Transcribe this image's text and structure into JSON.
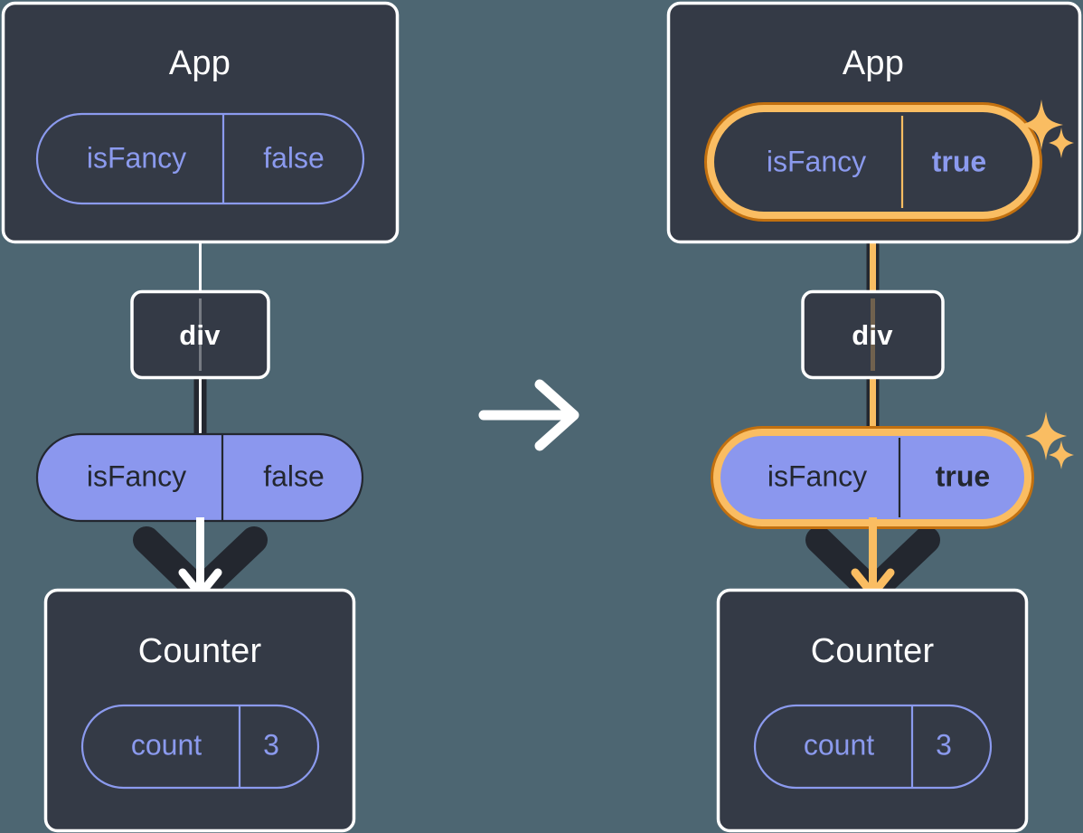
{
  "diagram": {
    "title_semantics": "react-state-propagation-before-after",
    "background_color": "#4d6672",
    "panels": [
      {
        "id": "before",
        "app": {
          "label": "App",
          "state_pill": {
            "name": "isFancy",
            "value": "false",
            "style": "outline",
            "highlighted": false,
            "value_bold": false
          }
        },
        "div": {
          "label": "div"
        },
        "prop_pill": {
          "name": "isFancy",
          "value": "false",
          "style": "filled",
          "highlighted": false,
          "value_bold": false
        },
        "counter": {
          "label": "Counter",
          "state_pill": {
            "name": "count",
            "value": "3",
            "style": "outline",
            "highlighted": false,
            "value_bold": false
          }
        },
        "arrow_color": "#ffffff",
        "sparkles": false
      },
      {
        "id": "after",
        "app": {
          "label": "App",
          "state_pill": {
            "name": "isFancy",
            "value": "true",
            "style": "outline",
            "highlighted": true,
            "value_bold": true
          }
        },
        "div": {
          "label": "div"
        },
        "prop_pill": {
          "name": "isFancy",
          "value": "true",
          "style": "filled",
          "highlighted": true,
          "value_bold": true
        },
        "counter": {
          "label": "Counter",
          "state_pill": {
            "name": "count",
            "value": "3",
            "style": "outline",
            "highlighted": false,
            "value_bold": false
          }
        },
        "arrow_color": "#fabd62",
        "sparkles": true
      }
    ],
    "transition_arrow": {
      "icon": "arrow-right-icon",
      "color": "#ffffff"
    },
    "colors": {
      "background": "#4d6672",
      "box_fill": "#343a46",
      "box_border": "#ffffff",
      "pill_purple_fill": "#8b97ee",
      "pill_purple_stroke": "#8b9aee",
      "pill_text_purple": "#8b9aee",
      "pill_text_dark": "#23272f",
      "highlight_outer": "#c2700f",
      "highlight_inner": "#fabd62",
      "pipe_dark": "#23272f",
      "pipe_light": "#ffffff",
      "sparkle": "#fabd62"
    }
  }
}
